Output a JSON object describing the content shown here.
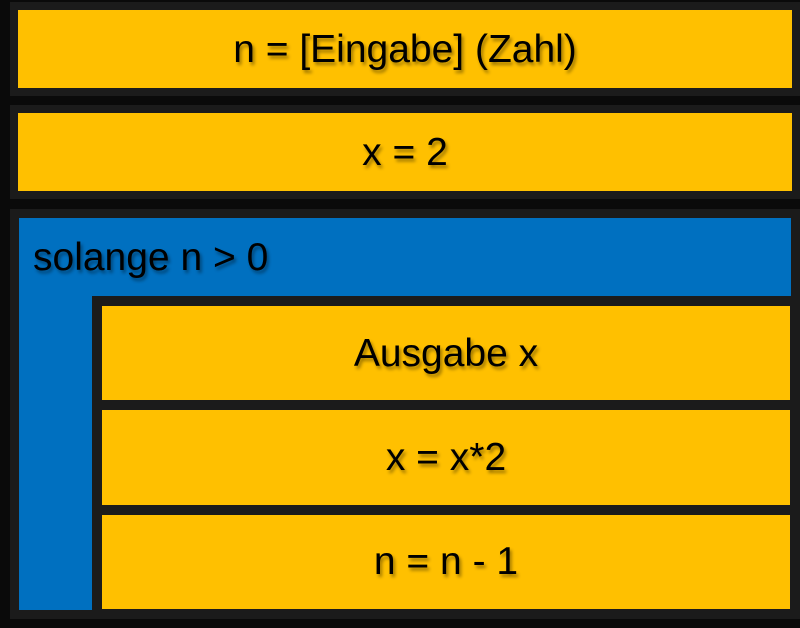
{
  "diagram_type": "nassi-shneiderman-structogram",
  "colors": {
    "process_fill": "#FFC000",
    "loop_fill": "#0070C0",
    "frame": "#1b1b1b",
    "background": "#0a0a0a",
    "text": "#000000"
  },
  "blocks": {
    "input": "n = [Eingabe] (Zahl)",
    "init": "x = 2",
    "loop_condition": "solange n > 0",
    "loop_body": [
      "Ausgabe x",
      "x = x*2",
      "n = n - 1"
    ]
  }
}
